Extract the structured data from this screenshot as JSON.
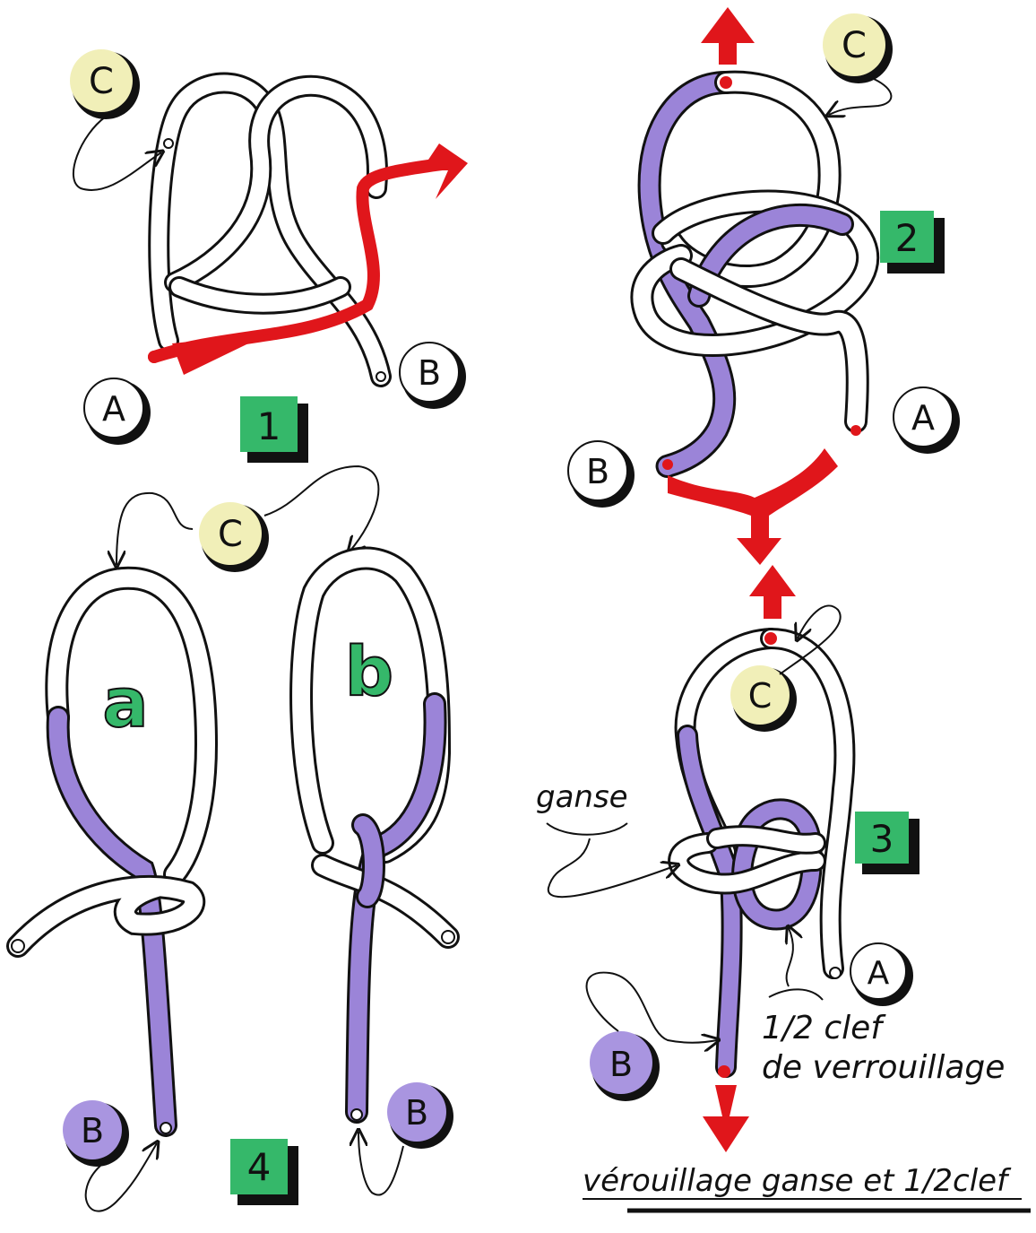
{
  "steps": {
    "one": "1",
    "two": "2",
    "three": "3",
    "four": "4"
  },
  "variants": {
    "a": "a",
    "b": "b"
  },
  "ends": {
    "a": "A",
    "b": "B",
    "c": "C"
  },
  "annotations": {
    "ganse": "ganse",
    "half_hitch_line1": "1/2 clef",
    "half_hitch_line2": "de verrouillage",
    "caption": "vérouillage ganse et 1/2clef"
  },
  "colors": {
    "rope_white": "#ffffff",
    "rope_purple": "#9b84d8",
    "arrow_red": "#e0161b",
    "label_yellow": "#f1efb8",
    "label_purple": "#a995e0",
    "step_green": "#35b86a",
    "ink": "#111111"
  }
}
